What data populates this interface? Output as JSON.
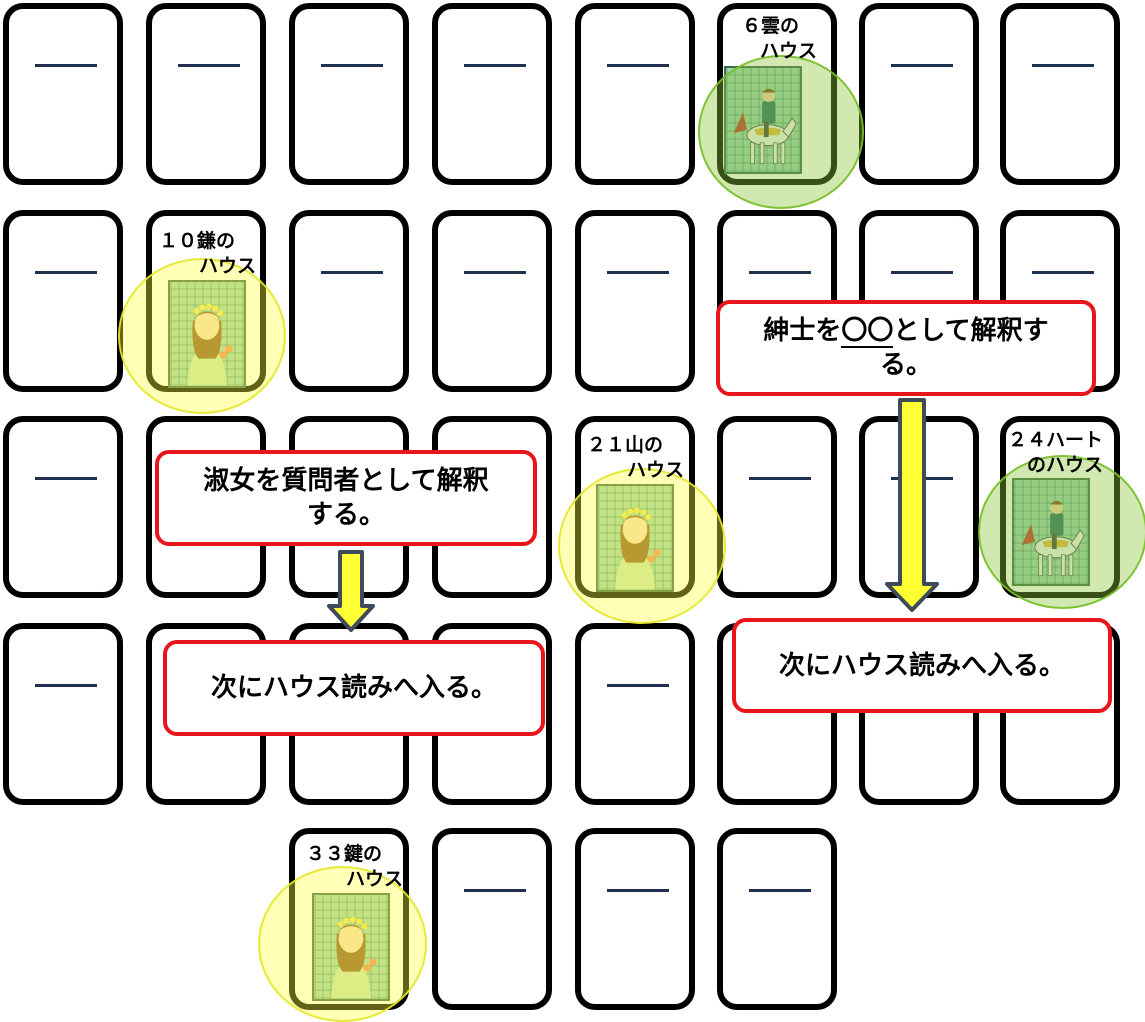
{
  "houses": {
    "h6": {
      "line1": "６雲の",
      "line2": "ハウス"
    },
    "h10": {
      "line1": "１０鎌の",
      "line2": "ハウス"
    },
    "h21": {
      "line1": "２１山の",
      "line2": "ハウス"
    },
    "h24": {
      "line1": "２４ハート",
      "line2": "のハウス"
    },
    "h33": {
      "line1": "３３鍵の",
      "line2": "ハウス"
    }
  },
  "cards": {
    "lady": "lady-card-icon",
    "rider": "rider-card-icon"
  },
  "colors": {
    "callout_border": "#e8151b",
    "arrow_fill": "#ffff33",
    "arrow_stroke": "#3f4a5a",
    "lady_glow": "#ffff3c",
    "rider_glow": "#8cc83c",
    "dash": "#1f3050"
  },
  "callouts": {
    "gentleman": {
      "part1": "紳士を",
      "blank": "〇〇",
      "part2": "として解釈す",
      "line2": "る。"
    },
    "lady": {
      "line1": "淑女を質問者として解釈",
      "line2": "する。"
    },
    "next_left": {
      "text": "次にハウス読みへ入る。"
    },
    "next_right": {
      "text": "次にハウス読みへ入る。"
    }
  }
}
